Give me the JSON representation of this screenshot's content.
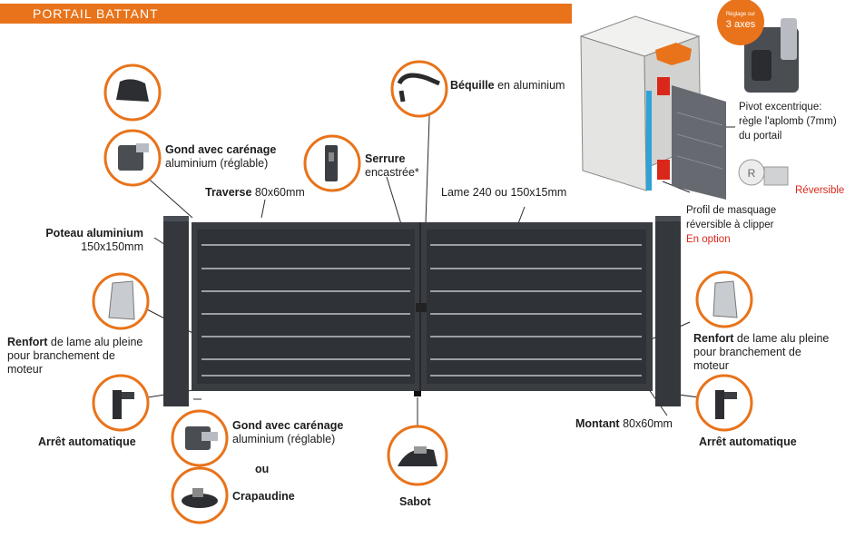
{
  "header": {
    "title": "PORTAIL BATTANT"
  },
  "labels": {
    "gond_top_bold": "Gond avec carénage",
    "gond_top_rest": "aluminium (réglable)",
    "traverse_bold": "Traverse",
    "traverse_rest": " 80x60mm",
    "poteau_bold": "Poteau aluminium",
    "poteau_rest": "150x150mm",
    "serrure_bold": "Serrure",
    "serrure_rest": "encastrée*",
    "bequille_bold": "Béquille",
    "bequille_rest": " en aluminium",
    "lame": "Lame 240 ou 150x15mm",
    "renfort_left_bold": "Renfort",
    "renfort_left_rest1": " de lame alu pleine",
    "renfort_left_rest2": "pour branchement de",
    "renfort_left_rest3": "moteur",
    "renfort_right_bold": "Renfort",
    "renfort_right_rest1": " de lame alu pleine",
    "renfort_right_rest2": "pour branchement de",
    "renfort_right_rest3": "moteur",
    "arret_left": "Arrêt automatique",
    "arret_right": "Arrêt automatique",
    "gond_bottom_bold": "Gond avec carénage",
    "gond_bottom_rest": "aluminium (réglable)",
    "ou": "ou",
    "crapaudine": "Crapaudine",
    "sabot": "Sabot",
    "montant_bold": "Montant",
    "montant_rest": " 80x60mm",
    "pivot1": "Pivot excentrique:",
    "pivot2": "règle l'aplomb (7mm)",
    "pivot3": "du portail",
    "reversible": "Réversible",
    "profil1": "Profil de masquage",
    "profil2": "réversible à clipper",
    "profil3": "En option",
    "badge_small": "Réglage sur",
    "badge_big": "3 axes"
  },
  "colors": {
    "accent": "#e8731a",
    "gate": "#3a3d42",
    "slat_highlight": "#9aa0a6",
    "red_text": "#d9281a"
  }
}
